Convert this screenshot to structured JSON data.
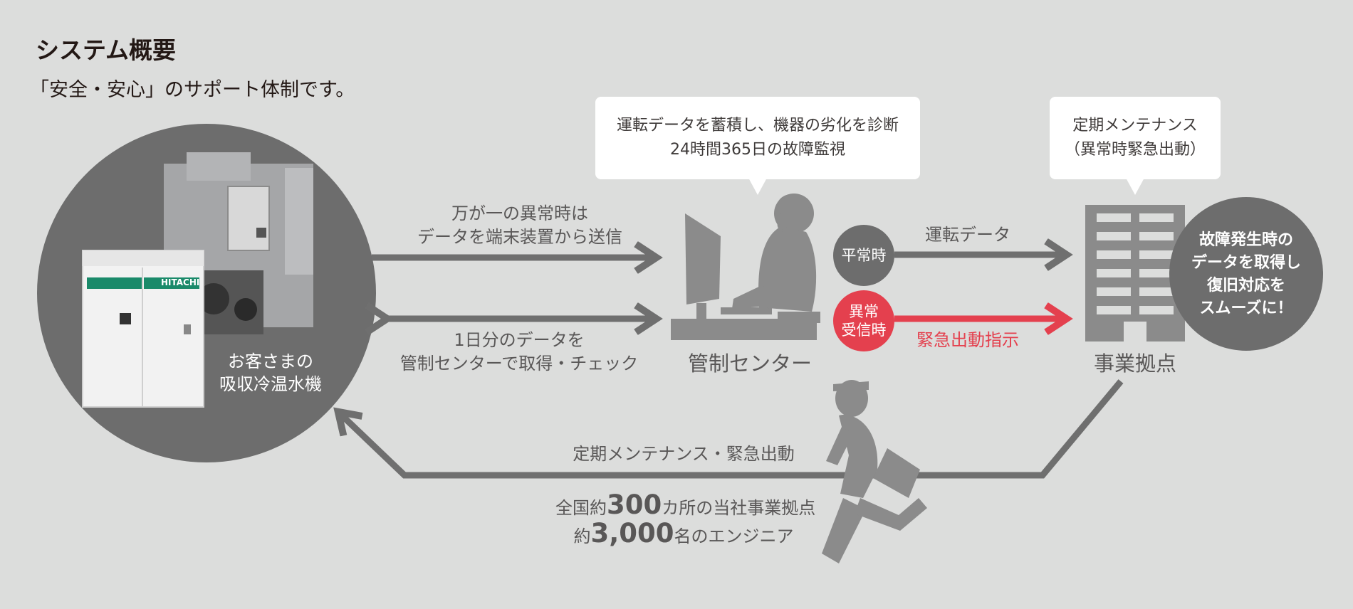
{
  "title": "システム概要",
  "subtitle": "「安全・安心」のサポート体制です。",
  "customer": {
    "label_line1": "お客さまの",
    "label_line2": "吸収冷温水機",
    "brand": "HITACHI"
  },
  "flow_top": {
    "line1": "万が一の異常時は",
    "line2": "データを端末装置から送信"
  },
  "flow_mid": {
    "line1": "1日分のデータを",
    "line2": "管制センターで取得・チェック"
  },
  "control_center": {
    "name": "管制センター",
    "bubble_line1": "運転データを蓄積し、機器の劣化を診断",
    "bubble_line2": "24時間365日の故障監視"
  },
  "normal": {
    "badge": "平常時",
    "label": "運転データ"
  },
  "abnormal": {
    "badge_line1": "異常",
    "badge_line2": "受信時",
    "label": "緊急出動指示"
  },
  "office": {
    "name": "事業拠点",
    "bubble_line1": "定期メンテナンス",
    "bubble_line2": "（異常時緊急出動）",
    "circle_lines": [
      "故障発生時の",
      "データを取得し",
      "復旧対応を",
      "スムーズに！"
    ]
  },
  "return_flow": {
    "label": "定期メンテナンス・緊急出動",
    "stat1_pre": "全国約",
    "stat1_num": "300",
    "stat1_post": "カ所の当社事業拠点",
    "stat2_pre": "約",
    "stat2_num": "3,000",
    "stat2_post": "名のエンジニア"
  },
  "colors": {
    "dark": "#6d6d6d",
    "arrow": "#6f6f6f",
    "red": "#e4404e",
    "bg": "#dcdddc"
  }
}
